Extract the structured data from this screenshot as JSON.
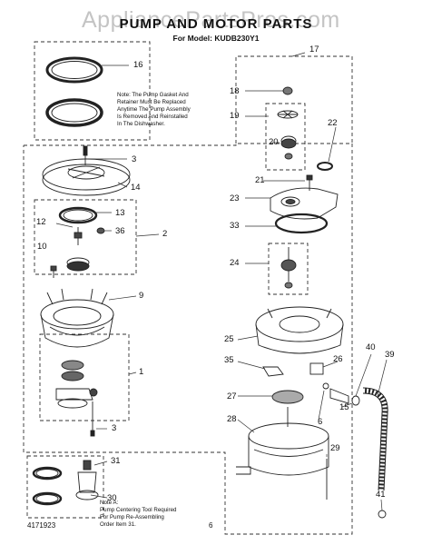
{
  "watermark": "AppliancePartsPros.com",
  "title": "PUMP AND MOTOR PARTS",
  "model_line": "For Model: KUDB230Y1",
  "note_gasket": [
    "Note: The Pump Gasket   And",
    "Retainer Must Be Replaced",
    "Anytime The Pump Assembly",
    "Is Removed And Reinstalled",
    "In The Dishwasher."
  ],
  "note_tool": [
    "Note A:",
    "Pump Centering Tool Required",
    "For Pump Re-Assembling",
    "Order Item 31."
  ],
  "callouts": [
    "16",
    "3",
    "14",
    "13",
    "36",
    "12",
    "10",
    "2",
    "9",
    "1",
    "3",
    "31",
    "30",
    "17",
    "18",
    "19",
    "20",
    "22",
    "21",
    "23",
    "33",
    "24",
    "25",
    "35",
    "26",
    "27",
    "28",
    "29",
    "6",
    "15",
    "40",
    "39",
    "41"
  ],
  "footer": {
    "doc_number": "4171923",
    "page": "6"
  }
}
